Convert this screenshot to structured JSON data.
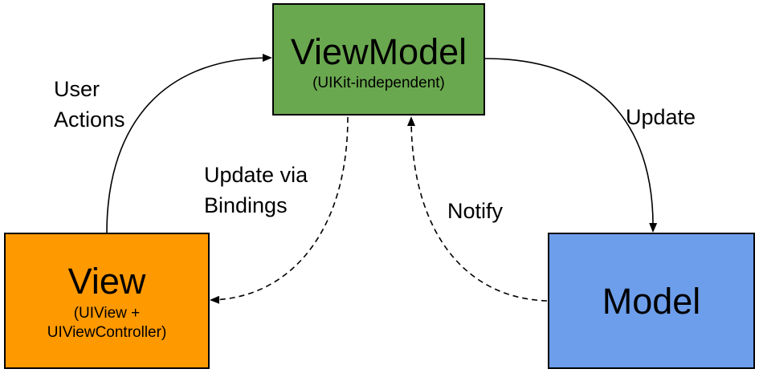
{
  "nodes": {
    "viewmodel": {
      "title": "ViewModel",
      "subtitle": "(UIKit-independent)",
      "color": "#6aa84f"
    },
    "view": {
      "title": "View",
      "subtitle": "(UIView + UIViewController)",
      "color": "#ff9900"
    },
    "model": {
      "title": "Model",
      "color": "#6d9eeb"
    }
  },
  "edges": {
    "user_actions": {
      "label": "User Actions",
      "style": "solid",
      "from": "View",
      "to": "ViewModel"
    },
    "update_via_bindings": {
      "label": "Update via Bindings",
      "style": "dashed",
      "from": "ViewModel",
      "to": "View"
    },
    "update": {
      "label": "Update",
      "style": "solid",
      "from": "ViewModel",
      "to": "Model"
    },
    "notify": {
      "label": "Notify",
      "style": "dashed",
      "from": "Model",
      "to": "ViewModel"
    }
  }
}
